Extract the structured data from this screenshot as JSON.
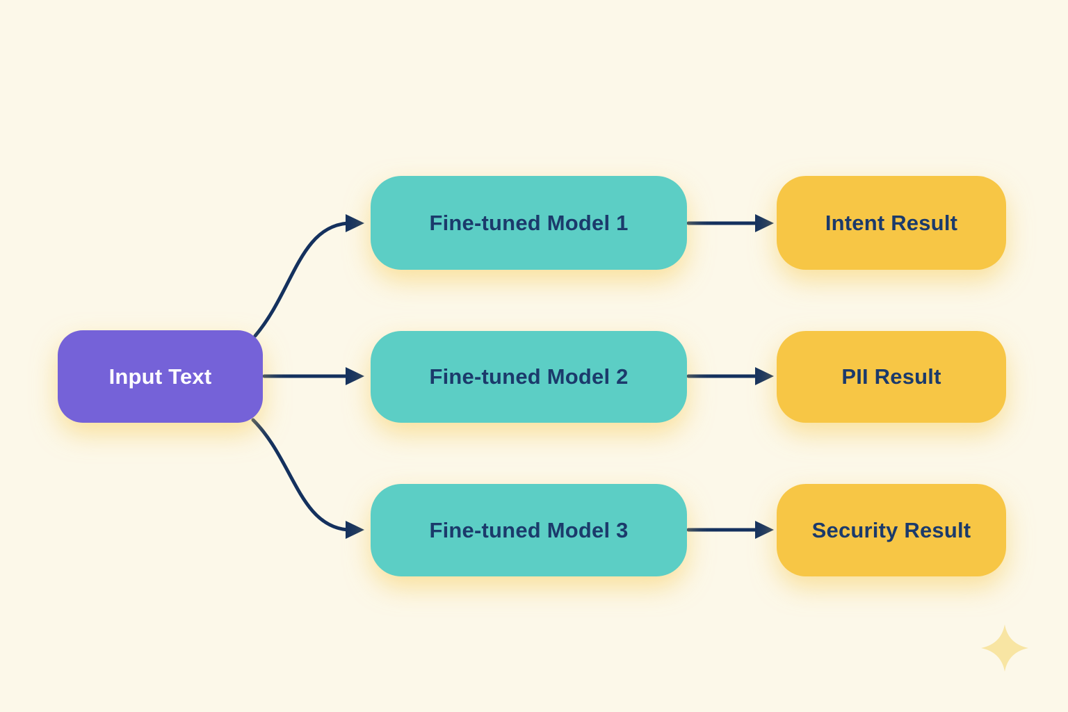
{
  "diagram": {
    "type": "flowchart",
    "description": "Input text fanned out to three fine-tuned models, each producing a classification result",
    "nodes": {
      "input": {
        "label": "Input Text"
      },
      "models": [
        {
          "label": "Fine-tuned Model 1"
        },
        {
          "label": "Fine-tuned Model 2"
        },
        {
          "label": "Fine-tuned Model 3"
        }
      ],
      "results": [
        {
          "label": "Intent Result"
        },
        {
          "label": "PII Result"
        },
        {
          "label": "Security Result"
        }
      ]
    },
    "edges": [
      {
        "from": "input",
        "to": "model-1"
      },
      {
        "from": "input",
        "to": "model-2"
      },
      {
        "from": "input",
        "to": "model-3"
      },
      {
        "from": "model-1",
        "to": "result-1"
      },
      {
        "from": "model-2",
        "to": "result-2"
      },
      {
        "from": "model-3",
        "to": "result-3"
      }
    ],
    "colors": {
      "background": "#FCF8E9",
      "input_box": "#7562D8",
      "model_box": "#5CCEC5",
      "result_box": "#F7C645",
      "label_navy": "#1B3A6B",
      "input_label": "#FFFFFF",
      "arrow": "#14315E",
      "sparkle": "#F8E5A3",
      "glow": "rgba(247,205,95,0.55)"
    },
    "decorations": {
      "sparkle_icon": "four-point-star"
    }
  }
}
